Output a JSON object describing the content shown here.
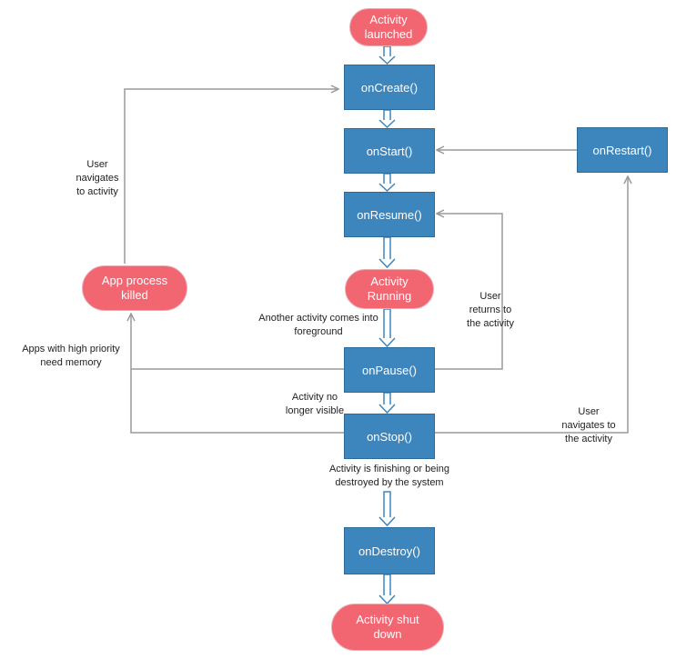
{
  "colors": {
    "method_box": "#3d85bd",
    "state_pill": "#f26672",
    "connector": "#9a9a9a"
  },
  "states": {
    "launched": "Activity\nlaunched",
    "running": "Activity\nRunning",
    "killed": "App process\nkilled",
    "shutdown": "Activity shut\ndown"
  },
  "methods": {
    "on_create": "onCreate()",
    "on_start": "onStart()",
    "on_resume": "onResume()",
    "on_pause": "onPause()",
    "on_stop": "onStop()",
    "on_destroy": "onDestroy()",
    "on_restart": "onRestart()"
  },
  "labels": {
    "user_navigates_left": "User\nnavigates\nto activity",
    "apps_high_priority": "Apps with high priority\nneed memory",
    "another_activity": "Another activity comes into\nforeground",
    "user_returns": "User\nreturns to\nthe activity",
    "no_longer_visible": "Activity no\nlonger visible",
    "user_navigates_right": "User\nnavigates to\nthe activity",
    "finishing": "Activity is finishing or being\ndestroyed by the system"
  }
}
